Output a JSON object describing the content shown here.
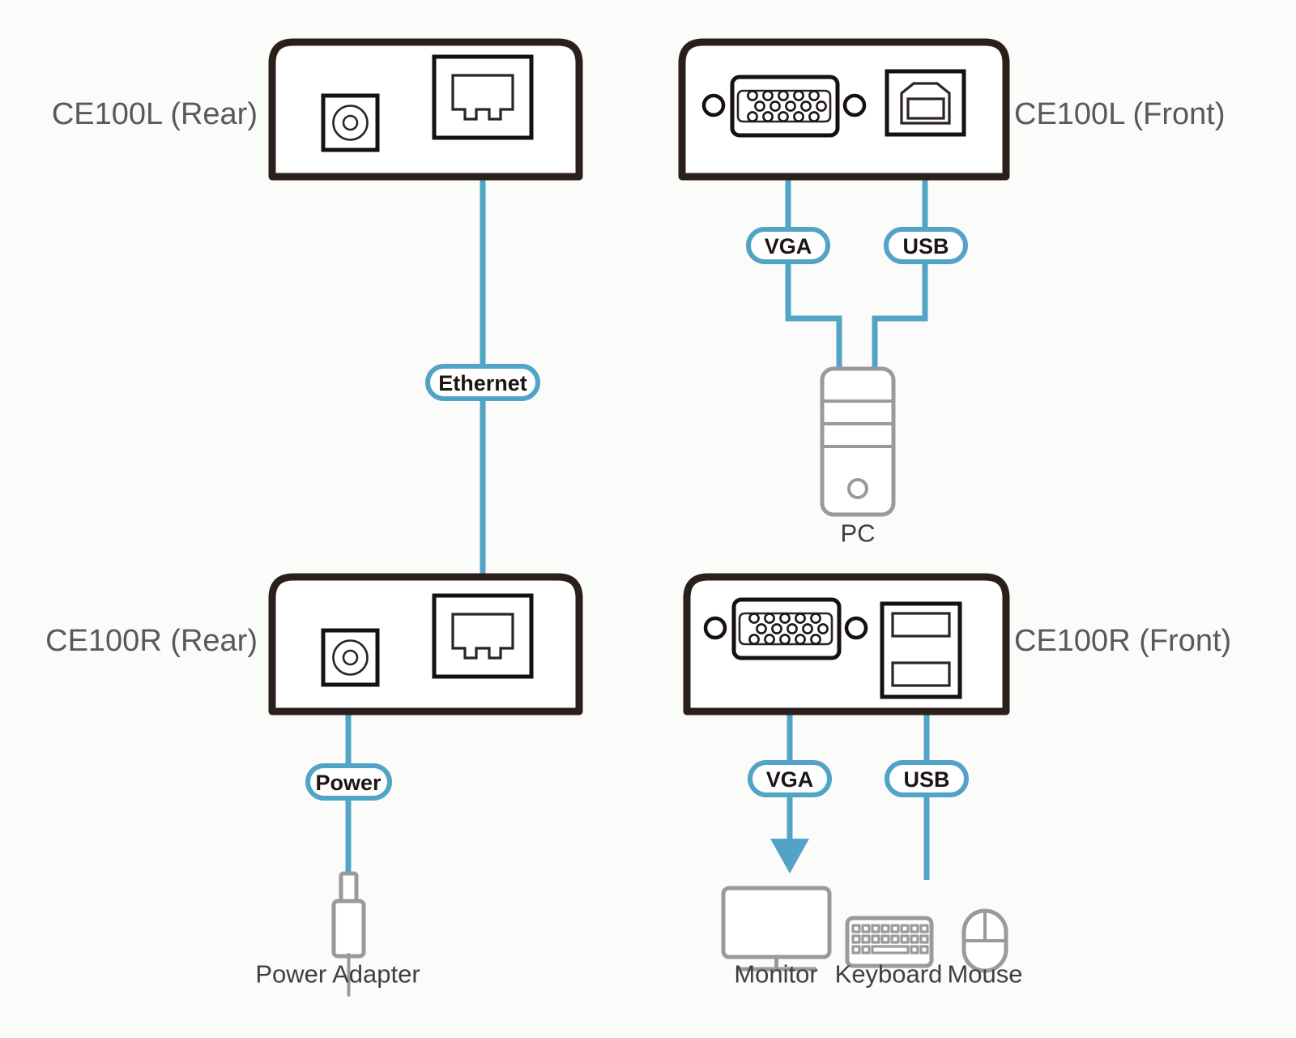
{
  "diagram": {
    "title": "CE100L / CE100R KVM Extender Connection Diagram",
    "background_color": "#fbfbfa",
    "cable_color": "#52a4c6",
    "chassis_stroke_color": "#2b1f1c",
    "peripheral_stroke_color": "#9a9a9a",
    "label_text_color": "#595959"
  },
  "devices": {
    "ce100l_rear": {
      "label": "CE100L (Rear)",
      "label_side": "left",
      "ports": [
        {
          "name": "power-jack",
          "type": "dc-power"
        },
        {
          "name": "rj45-jack",
          "type": "ethernet"
        }
      ]
    },
    "ce100l_front": {
      "label": "CE100L (Front)",
      "label_side": "right",
      "ports": [
        {
          "name": "vga-port",
          "type": "vga-db15"
        },
        {
          "name": "usb-b-port",
          "type": "usb-type-b"
        }
      ]
    },
    "ce100r_rear": {
      "label": "CE100R (Rear)",
      "label_side": "left",
      "ports": [
        {
          "name": "power-jack",
          "type": "dc-power"
        },
        {
          "name": "rj45-jack",
          "type": "ethernet"
        }
      ]
    },
    "ce100r_front": {
      "label": "CE100R (Front)",
      "label_side": "right",
      "ports": [
        {
          "name": "vga-port",
          "type": "vga-db15"
        },
        {
          "name": "usb-a-stack",
          "type": "usb-type-a-dual"
        }
      ]
    }
  },
  "cable_labels": {
    "ethernet": "Ethernet",
    "vga_top": "VGA",
    "usb_top": "USB",
    "power": "Power",
    "vga_bottom": "VGA",
    "usb_bottom": "USB"
  },
  "peripherals": {
    "pc": "PC",
    "power_adapter": "Power Adapter",
    "monitor": "Monitor",
    "keyboard": "Keyboard",
    "mouse": "Mouse"
  },
  "connections": [
    {
      "from": "ce100l_rear.rj45-jack",
      "to": "ce100r_rear.rj45-jack",
      "label": "Ethernet",
      "arrow": "none"
    },
    {
      "from": "pc",
      "to": "ce100l_front.vga-port",
      "label": "VGA",
      "arrow": "to-device"
    },
    {
      "from": "pc",
      "to": "ce100l_front.usb-b-port",
      "label": "USB",
      "arrow": "none"
    },
    {
      "from": "ce100r_rear.power-jack",
      "to": "power_adapter",
      "label": "Power",
      "arrow": "none"
    },
    {
      "from": "ce100r_front.vga-port",
      "to": "monitor",
      "label": "VGA",
      "arrow": "to-monitor"
    },
    {
      "from": "ce100r_front.usb-a-stack",
      "to": "keyboard",
      "label": "USB",
      "arrow": "none"
    }
  ]
}
